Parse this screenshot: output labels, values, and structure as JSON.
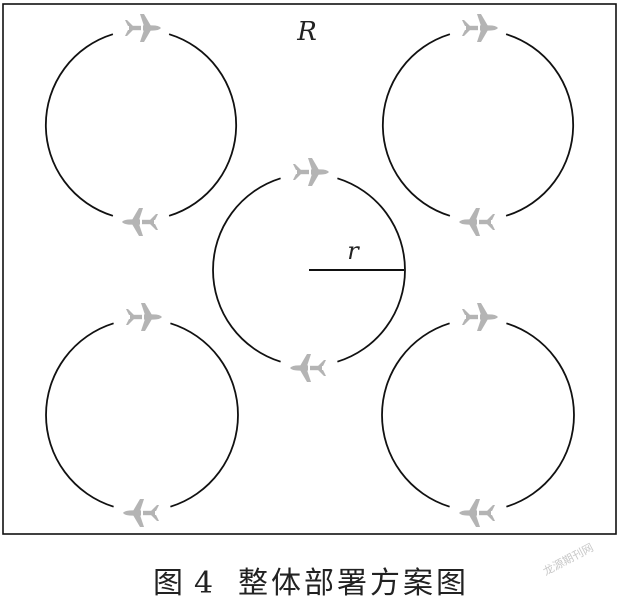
{
  "diagram": {
    "outer_label": "R",
    "radius_label": "r",
    "circles": [
      {
        "name": "circle-top-left"
      },
      {
        "name": "circle-top-right"
      },
      {
        "name": "circle-center"
      },
      {
        "name": "circle-bottom-left"
      },
      {
        "name": "circle-bottom-right"
      }
    ],
    "colors": {
      "stroke": "#111111",
      "plane": "#b4b4b4"
    },
    "icon": "airplane-icon"
  },
  "caption": {
    "figure": "图",
    "number": "4",
    "text": "整体部署方案图"
  },
  "watermark": "龙源期刊网"
}
